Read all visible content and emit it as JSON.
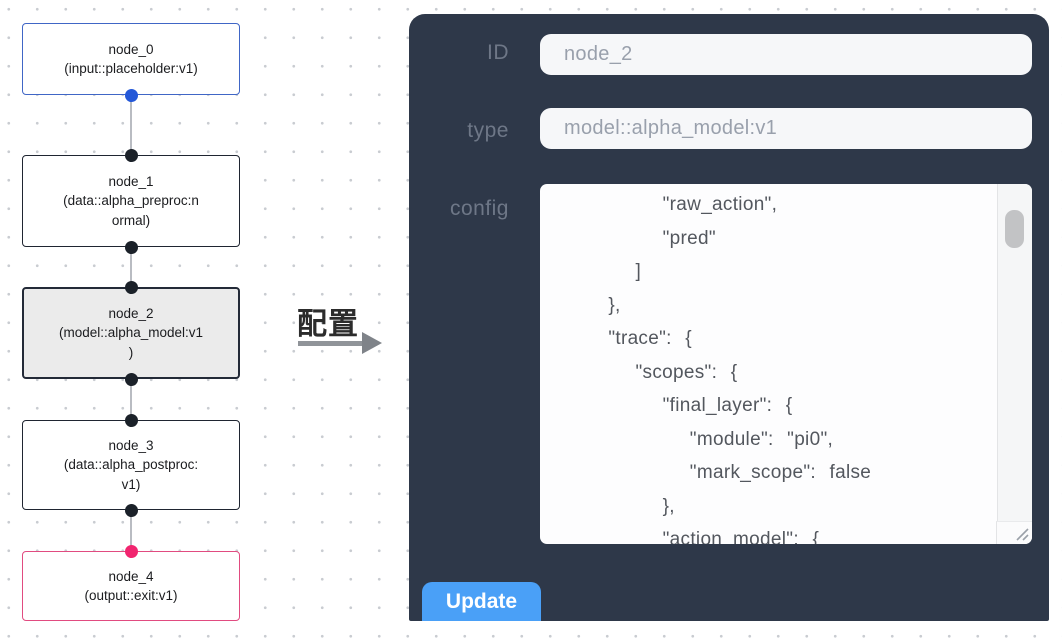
{
  "graph": {
    "nodes": [
      {
        "id": "node_0",
        "type": "input::placeholder:v1",
        "lines": [
          "node_0",
          "(input::placeholder:v1)"
        ]
      },
      {
        "id": "node_1",
        "type": "data::alpha_preproc:normal",
        "lines": [
          "node_1",
          "(data::alpha_preproc:n",
          "ormal)"
        ]
      },
      {
        "id": "node_2",
        "type": "model::alpha_model:v1",
        "lines": [
          "node_2",
          "(model::alpha_model:v1",
          ")"
        ]
      },
      {
        "id": "node_3",
        "type": "data::alpha_postproc:v1",
        "lines": [
          "node_3",
          "(data::alpha_postproc:",
          "v1)"
        ]
      },
      {
        "id": "node_4",
        "type": "output::exit:v1",
        "lines": [
          "node_4",
          "(output::exit:v1)"
        ]
      }
    ],
    "edges": [
      "node_0->node_1",
      "node_1->node_2",
      "node_2->node_3",
      "node_3->node_4"
    ],
    "selected_node": "node_2"
  },
  "transition": {
    "label": "配置",
    "arrow_icon": "arrow-right-icon"
  },
  "panel": {
    "id_label": "ID",
    "id_value": "node_2",
    "type_label": "type",
    "type_value": "model::alpha_model:v1",
    "config_label": "config",
    "config_value": "        \"raw_action\",\n        \"pred\"\n      ]\n    },\n    \"trace\": {\n      \"scopes\": {\n        \"final_layer\": {\n          \"module\": \"pi0\",\n          \"mark_scope\": false\n        },\n        \"action_model\": {",
    "update_label": "Update"
  },
  "colors": {
    "panel_bg": "#2e3849",
    "update_button": "#4aa0f7",
    "input_node_border": "#4066c6",
    "input_port": "#2458d8",
    "output_node_border": "#e14b80",
    "output_port": "#f1256f",
    "selected_node_bg": "#ebebeb",
    "default_node_border": "#1f2531",
    "edge_line": "#b9bcc2",
    "grid_dot": "#c9ccd1"
  }
}
